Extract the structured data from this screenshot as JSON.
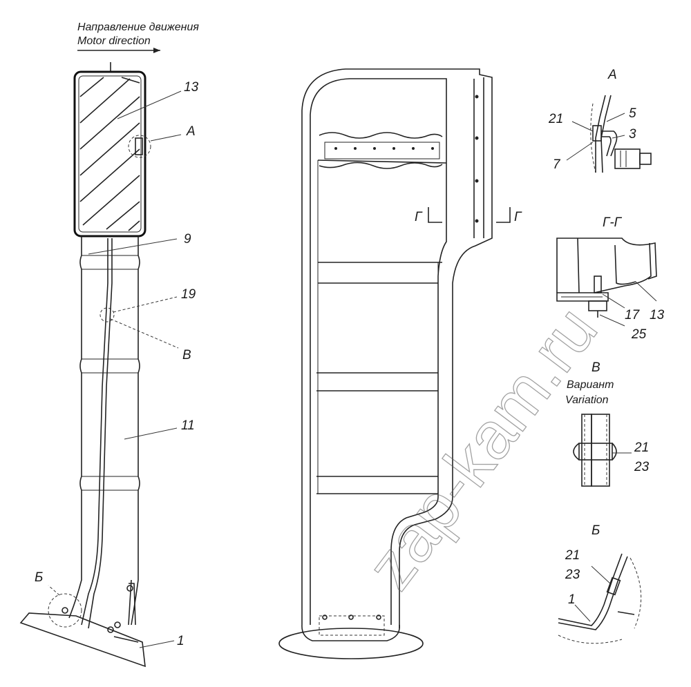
{
  "direction": {
    "label_ru": "Направление движения",
    "label_en": "Motor direction"
  },
  "callouts": {
    "c13": "13",
    "cA": "А",
    "c9": "9",
    "c19": "19",
    "cV": "В",
    "c11": "11",
    "cB": "Б",
    "c1": "1"
  },
  "section_mark": {
    "g_left": "Г",
    "g_right": "Г"
  },
  "detail_a": {
    "title": "А",
    "n21": "21",
    "n5": "5",
    "n3": "3",
    "n7": "7"
  },
  "section_gg": {
    "title": "Г-Г",
    "n17": "17",
    "n13": "13",
    "n25": "25"
  },
  "detail_v": {
    "title": "В",
    "variant_ru": "Вариант",
    "variant_en": "Variation",
    "n21": "21",
    "n23": "23"
  },
  "detail_b": {
    "title": "Б",
    "n21": "21",
    "n23": "23",
    "n1": "1"
  },
  "watermark": "zap-kam.ru"
}
